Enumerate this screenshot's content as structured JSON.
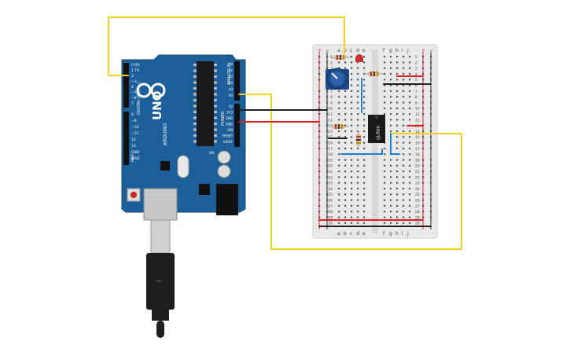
{
  "arduino": {
    "brand": "ARDUINO",
    "model": "UNO",
    "digital_label": "DIGITAL (PWM~)",
    "analog_label": "ANALOG IN",
    "power_label": "POWER",
    "tx_rx": [
      "TX",
      "RX"
    ],
    "on_label": "ON",
    "aref": "AREF",
    "gnd": "GND",
    "pins_top": [
      "0 RX",
      "1 TX",
      "2",
      "~3",
      "4",
      "~5",
      "~6",
      "7"
    ],
    "pins_bottom": [
      "8",
      "~9",
      "~10",
      "~11",
      "12",
      "13",
      "GND",
      "AREF"
    ],
    "analog_pins": [
      "A0",
      "A1",
      "A2",
      "A3",
      "A4",
      "A5"
    ],
    "power_pins": [
      "5V",
      "3V3",
      "GND",
      "GND",
      "VIN",
      "RESET",
      "IOREF"
    ]
  },
  "breadboard": {
    "col_labels_left": [
      "a",
      "b",
      "c",
      "d",
      "e"
    ],
    "col_labels_right": [
      "f",
      "g",
      "h",
      "i",
      "j"
    ],
    "rail_plus": "+",
    "rail_minus": "−",
    "rows": [
      "1",
      "2",
      "3",
      "4",
      "5",
      "6",
      "7",
      "8",
      "9",
      "10",
      "11",
      "12",
      "13",
      "14",
      "15",
      "16",
      "17",
      "18",
      "19",
      "20",
      "21",
      "22",
      "23",
      "24",
      "25",
      "26",
      "27",
      "28",
      "29",
      "30"
    ]
  },
  "ic": {
    "label": "qUNm"
  },
  "colors": {
    "board": "#1d5f9a",
    "wire_yellow": "#f0d020",
    "wire_red": "#e02020",
    "wire_black": "#202020",
    "wire_blue": "#2080d0",
    "led": "#c83030",
    "pot": "#1f4a8a"
  }
}
